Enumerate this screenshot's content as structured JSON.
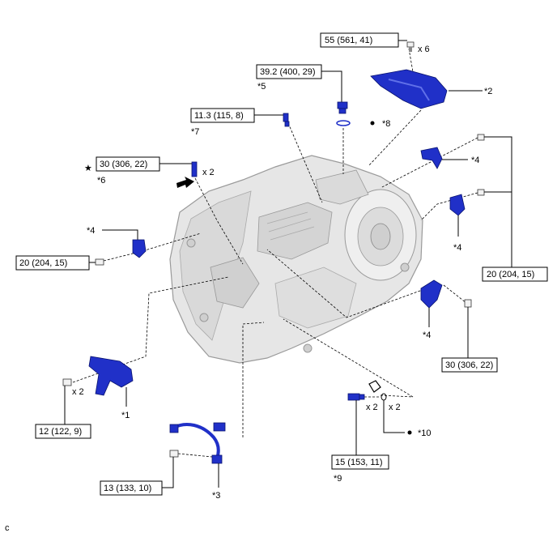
{
  "torques": {
    "t1": "55 (561, 41)",
    "t2": "39.2 (400, 29)",
    "t3": "11.3 (115, 8)",
    "t4": "30 (306, 22)",
    "t5": "20 (204, 15)",
    "t6": "20 (204, 15)",
    "t7": "30 (306, 22)",
    "t8": "12 (122, 9)",
    "t9": "15 (153, 11)",
    "t10": "13 (133, 10)"
  },
  "counts": {
    "c1": "x 6",
    "c2": "x 2",
    "c3": "x 2",
    "c4": "x 2",
    "c5": "x 2"
  },
  "refs": {
    "r1": "*1",
    "r2": "*2",
    "r3": "*3",
    "r4a": "*4",
    "r4b": "*4",
    "r4c": "*4",
    "r4d": "*4",
    "r5": "*5",
    "r6": "*6",
    "r7": "*7",
    "r8": "*8",
    "r9": "*9",
    "r10": "*10"
  },
  "symbols": {
    "star": "★",
    "dot": "●"
  },
  "corner_letter": "c",
  "colors": {
    "part_blue": "#2030c8",
    "housing_gray": "#e4e4e4"
  }
}
